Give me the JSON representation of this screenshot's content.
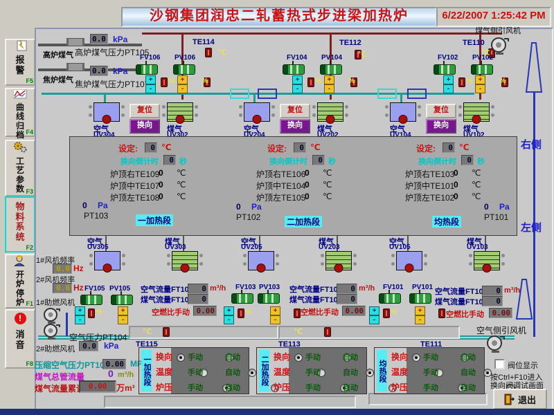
{
  "window": {
    "title": "沙钢集团润忠二轧蓄热式步进梁加热炉",
    "datetime": "6/22/2007 1:25:42 PM"
  },
  "sidebar": {
    "items": [
      {
        "label": "报警",
        "fkey": "F5",
        "active": "false"
      },
      {
        "label": "曲线归档",
        "fkey": "F4",
        "active": "false"
      },
      {
        "label": "工艺参数",
        "fkey": "F3",
        "active": "false"
      },
      {
        "label": "物料系统",
        "fkey": "F2",
        "active": "true"
      },
      {
        "label": "开炉停炉",
        "fkey": "F1",
        "active": "false"
      },
      {
        "label": "消音",
        "fkey": "F8",
        "active": "false"
      }
    ]
  },
  "inlets": [
    {
      "pipe_label": "高炉煤气",
      "value": "0.0",
      "unit": "kPa",
      "name": "高炉煤气压力PT105"
    },
    {
      "pipe_label": "焦炉煤气",
      "value": "0.0",
      "unit": "kPa",
      "name": "焦炉煤气压力PT107"
    }
  ],
  "te_top": [
    "TE114",
    "TE112",
    "TE110"
  ],
  "te_bottom": [
    "TE115",
    "TE113",
    "TE111"
  ],
  "top_valves": [
    {
      "fv": "FV106",
      "pv": "PV106"
    },
    {
      "fv": "FV104",
      "pv": "PV104"
    },
    {
      "fv": "FV102",
      "pv": "PV102"
    }
  ],
  "mid_valves": [
    {
      "fv": "FV105",
      "pv": "PV105"
    },
    {
      "fv": "FV103",
      "pv": "PV103"
    },
    {
      "fv": "FV101",
      "pv": "PV101"
    }
  ],
  "uv_top": [
    {
      "air_label": "空气",
      "air_tag": "UV304",
      "gas_label": "煤气",
      "gas_tag": "UV302",
      "reset": "复位",
      "reverse": "换向"
    },
    {
      "air_label": "空气",
      "air_tag": "UV204",
      "gas_label": "煤气",
      "gas_tag": "UV202",
      "reset": "复位",
      "reverse": "换向"
    },
    {
      "air_label": "空气",
      "air_tag": "UV104",
      "gas_label": "煤气",
      "gas_tag": "UV102",
      "reset": "复位",
      "reverse": "换向"
    }
  ],
  "uv_bottom": [
    {
      "air_label": "空气",
      "air_tag": "UV305",
      "gas_label": "煤气",
      "gas_tag": "UV303"
    },
    {
      "air_label": "空气",
      "air_tag": "UV205",
      "gas_label": "煤气",
      "gas_tag": "UV203"
    },
    {
      "air_label": "空气",
      "air_tag": "UV105",
      "gas_label": "煤气",
      "gas_tag": "UV103"
    }
  ],
  "sections": [
    {
      "set_label": "设定:",
      "set_value": "0",
      "set_unit": "℃",
      "cd_label": "换向倒计时",
      "cd_value": "0",
      "cd_unit": "秒",
      "temps": [
        [
          "炉顶右TE109",
          "0",
          "℃"
        ],
        [
          "炉顶中TE107",
          "0",
          "℃"
        ],
        [
          "炉顶左TE108",
          "0",
          "℃"
        ]
      ],
      "pt_value": "0",
      "pt_unit": "Pa",
      "pt_tag": "PT103",
      "tag": "一加热段"
    },
    {
      "set_label": "设定:",
      "set_value": "0",
      "set_unit": "℃",
      "cd_label": "换向倒计时",
      "cd_value": "0",
      "cd_unit": "秒",
      "temps": [
        [
          "炉顶右TE106",
          "0",
          "℃"
        ],
        [
          "炉顶中TE104",
          "0",
          "℃"
        ],
        [
          "炉顶左TE105",
          "0",
          "℃"
        ]
      ],
      "pt_value": "0",
      "pt_unit": "Pa",
      "pt_tag": "PT102",
      "tag": "二加热段"
    },
    {
      "set_label": "设定:",
      "set_value": "0",
      "set_unit": "℃",
      "cd_label": "换向倒计时",
      "cd_value": "0",
      "cd_unit": "秒",
      "temps": [
        [
          "炉顶右TE103",
          "0",
          "℃"
        ],
        [
          "炉顶中TE101",
          "0",
          "℃"
        ],
        [
          "炉顶左TE102",
          "0",
          "℃"
        ]
      ],
      "pt_value": "0",
      "pt_unit": "Pa",
      "pt_tag": "PT101",
      "tag": "均热段"
    }
  ],
  "side_labels": {
    "right": "右侧",
    "left": "左侧"
  },
  "flows": [
    {
      "air": "空气流量FT105",
      "air_value": "0",
      "air_unit": "m³/h",
      "gas": "煤气流量FT106",
      "gas_value": "0",
      "ratio": "空燃比手动",
      "ratio_value": "0.00"
    },
    {
      "air": "空气流量FT103",
      "air_value": "0",
      "air_unit": "m³/h",
      "gas": "煤气流量FT104",
      "gas_value": "0",
      "ratio": "空燃比手动",
      "ratio_value": "0.00"
    },
    {
      "air": "空气流量FT101",
      "air_value": "0",
      "air_unit": "m³/h",
      "gas": "煤气流量FT102",
      "gas_value": "0",
      "ratio": "空燃比手动",
      "ratio_value": "0.00"
    }
  ],
  "left_equipment": {
    "freq1_label": "1#风机频率",
    "freq1_value": "0.0",
    "freq2_label": "2#风机频率",
    "freq2_value": "0.0",
    "freq_unit": "Hz",
    "air_p_label": "空气压力PT104",
    "air_p_value": "0.0",
    "air_p_unit": "kPa"
  },
  "totals": {
    "comp_label": "压缩空气压力PT106",
    "comp_value": "0.00",
    "comp_unit": "MPa",
    "main_label": "煤气总管流量",
    "main_value": "0",
    "main_unit": "m³/h",
    "accum_label": "煤气流量累计",
    "accum_value": "0.00",
    "accum_unit": "万m³"
  },
  "fans": {
    "gas_side": "煤气侧引风机",
    "air_side": "空气侧引风机",
    "fan1": "1#助燃风机",
    "fan2": "2#助燃风机"
  },
  "controls": {
    "manual": "手动",
    "auto": "自动",
    "blocks": [
      {
        "tag": "一加热段",
        "rows": [
          {
            "label": "换向",
            "sel": "manual"
          },
          {
            "label": "温度",
            "sel": "auto"
          },
          {
            "label": "炉压",
            "sel": "manual"
          }
        ]
      },
      {
        "tag": "二加热段",
        "rows": [
          {
            "label": "换向",
            "sel": "manual"
          },
          {
            "label": "温度",
            "sel": "auto"
          },
          {
            "label": "炉压",
            "sel": "manual"
          }
        ]
      },
      {
        "tag": "均热段",
        "rows": [
          {
            "label": "换向",
            "sel": "manual"
          },
          {
            "label": "温度",
            "sel": "auto"
          },
          {
            "label": "炉压",
            "sel": "manual"
          }
        ]
      }
    ]
  },
  "footer": {
    "checkbox": "阀位显示",
    "hint1": "按Ctrl+F10进入",
    "hint2": "换向阀调试画面",
    "exit": "退出"
  },
  "glyphs": {
    "percent": "%",
    "celsius": "℃",
    "plus": "+",
    "minus": "-"
  }
}
